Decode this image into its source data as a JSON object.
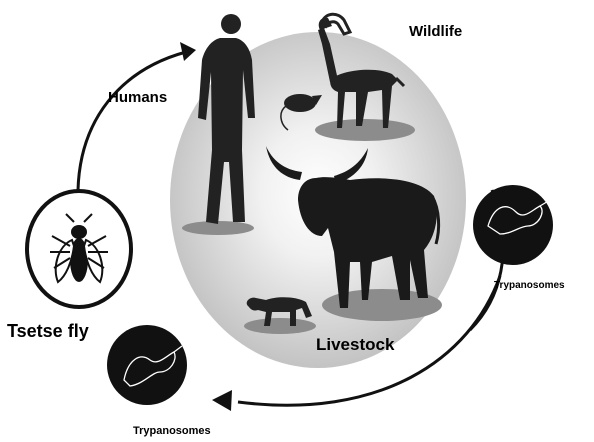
{
  "labels": {
    "humans": "Humans",
    "wildlife": "Wildlife",
    "livestock": "Livestock",
    "tsetse_fly": "Tsetse fly",
    "trypanosomes_right": "Trypanosomes",
    "trypanosomes_bottom": "Trypanosomes"
  },
  "icons": {
    "human": "human-silhouette-icon",
    "antelope": "antelope-silhouette-icon",
    "rat": "rat-silhouette-icon",
    "cattle": "cattle-silhouette-icon",
    "dog": "dog-silhouette-icon",
    "fly": "tsetse-fly-icon",
    "parasite": "trypanosome-icon"
  },
  "colors": {
    "silhouette": "#1a1a1a",
    "host_circle": "#c9c9c9",
    "host_circle_center": "#ffffff",
    "shadow": "#8c8c8c",
    "arrow": "#111111"
  }
}
